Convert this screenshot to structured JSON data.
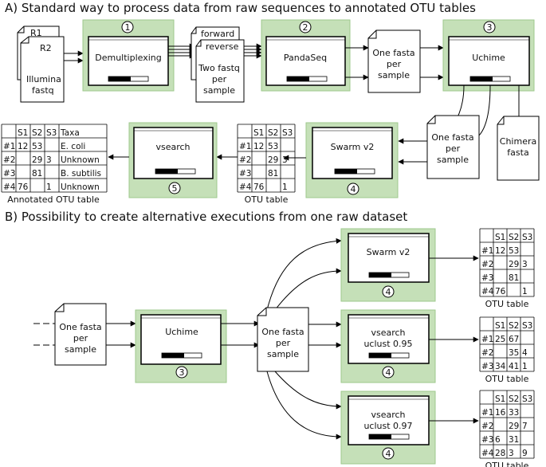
{
  "section_a": {
    "title": "A) Standard way to process data from raw sequences to annotated OTU tables",
    "raw_files": [
      "R1",
      "R2"
    ],
    "raw_caption": [
      "Illumina",
      "fastq"
    ],
    "demux": {
      "num": "1",
      "label": "Demultiplexing"
    },
    "fastq_files": [
      "forward",
      "reverse"
    ],
    "fastq_caption": [
      "Two fastq",
      "per",
      "sample"
    ],
    "pandaseq": {
      "num": "2",
      "label": "PandaSeq"
    },
    "fasta1": [
      "One fasta",
      "per",
      "sample"
    ],
    "uchime": {
      "num": "3",
      "label": "Uchime"
    },
    "fasta2": [
      "One fasta",
      "per",
      "sample"
    ],
    "chimera": [
      "Chimera",
      "fasta"
    ],
    "swarm": {
      "num": "4",
      "label": "Swarm v2"
    },
    "vsearch": {
      "num": "5",
      "label": "vsearch"
    },
    "otu_table": {
      "headers": [
        "",
        "S1",
        "S2",
        "S3"
      ],
      "rows": [
        [
          "#1",
          "12",
          "53",
          ""
        ],
        [
          "#2",
          "",
          "29",
          "3"
        ],
        [
          "#3",
          "",
          "81",
          ""
        ],
        [
          "#4",
          "76",
          "",
          "1"
        ]
      ],
      "caption": "OTU table"
    },
    "annotated_table": {
      "headers": [
        "",
        "S1",
        "S2",
        "S3",
        "Taxa"
      ],
      "rows": [
        [
          "#1",
          "12",
          "53",
          "",
          "E. coli"
        ],
        [
          "#2",
          "",
          "29",
          "3",
          "Unknown"
        ],
        [
          "#3",
          "",
          "81",
          "",
          "B. subtilis"
        ],
        [
          "#4",
          "76",
          "",
          "1",
          "Unknown"
        ]
      ],
      "caption": "Annotated OTU table"
    }
  },
  "section_b": {
    "title": "B) Possibility to create alternative executions from one raw dataset",
    "input_file": [
      "One fasta",
      "per",
      "sample"
    ],
    "uchime": {
      "num": "3",
      "label": "Uchime"
    },
    "mid_file": [
      "One fasta",
      "per",
      "sample"
    ],
    "branches": [
      {
        "num": "4",
        "label": [
          "Swarm v2"
        ],
        "table": {
          "headers": [
            "",
            "S1",
            "S2",
            "S3"
          ],
          "rows": [
            [
              "#1",
              "12",
              "53",
              ""
            ],
            [
              "#2",
              "",
              "29",
              "3"
            ],
            [
              "#3",
              "",
              "81",
              ""
            ],
            [
              "#4",
              "76",
              "",
              "1"
            ]
          ],
          "caption": "OTU table"
        }
      },
      {
        "num": "4",
        "label": [
          "vsearch",
          "uclust 0.95"
        ],
        "table": {
          "headers": [
            "",
            "S1",
            "S2",
            "S3"
          ],
          "rows": [
            [
              "#1",
              "25",
              "67",
              ""
            ],
            [
              "#2",
              "",
              "35",
              "4"
            ],
            [
              "#3",
              "34",
              "41",
              "1"
            ]
          ],
          "caption": "OTU table"
        }
      },
      {
        "num": "4",
        "label": [
          "vsearch",
          "uclust 0.97"
        ],
        "table": {
          "headers": [
            "",
            "S1",
            "S2",
            "S3"
          ],
          "rows": [
            [
              "#1",
              "16",
              "33",
              ""
            ],
            [
              "#2",
              "",
              "29",
              "7"
            ],
            [
              "#3",
              "6",
              "31",
              ""
            ],
            [
              "#4",
              "28",
              "3",
              "9"
            ]
          ],
          "caption": "OTU table"
        }
      }
    ]
  },
  "colors": {
    "green_fill": "#c5e0b8",
    "green_border": "#9ec98c",
    "line": "#000000"
  }
}
